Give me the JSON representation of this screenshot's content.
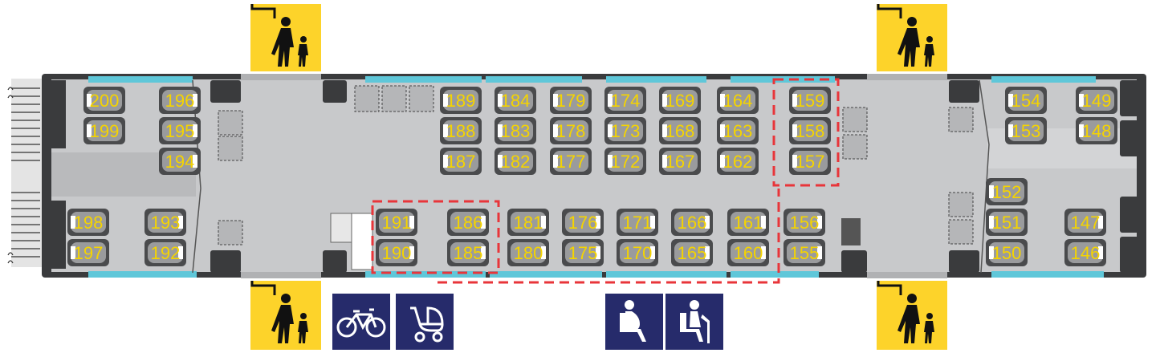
{
  "colors": {
    "floor": "#c8c9cb",
    "wall": "#3a3b3d",
    "window": "#5fc7d9",
    "seat_fill": "#4a4b4d",
    "seat_cushion": "#9a9b9d",
    "seat_number": "#f5d400",
    "door_sign": "#fdd32a",
    "service_icon_bg": "#262b6b",
    "highlight_dash": "#e8353a"
  },
  "icons": {
    "doors": [
      "door-adult-child-icon",
      "door-adult-child-icon",
      "door-adult-child-icon",
      "door-adult-child-icon"
    ],
    "services": [
      "bicycle-icon",
      "stroller-icon",
      "pregnant-passenger-icon",
      "elderly-passenger-icon"
    ]
  },
  "seats": {
    "left_section": [
      "200",
      "199",
      "198",
      "197",
      "196",
      "195",
      "194",
      "193",
      "192"
    ],
    "middle_top": [
      "189",
      "188",
      "187",
      "184",
      "183",
      "182",
      "179",
      "178",
      "177",
      "174",
      "173",
      "172",
      "169",
      "168",
      "167",
      "164",
      "163",
      "162",
      "159",
      "158",
      "157"
    ],
    "middle_bottom": [
      "191",
      "190",
      "186",
      "185",
      "181",
      "180",
      "176",
      "175",
      "171",
      "170",
      "166",
      "165",
      "161",
      "160",
      "156",
      "155"
    ],
    "right_section": [
      "154",
      "153",
      "149",
      "148",
      "152",
      "151",
      "150",
      "147",
      "146"
    ]
  }
}
